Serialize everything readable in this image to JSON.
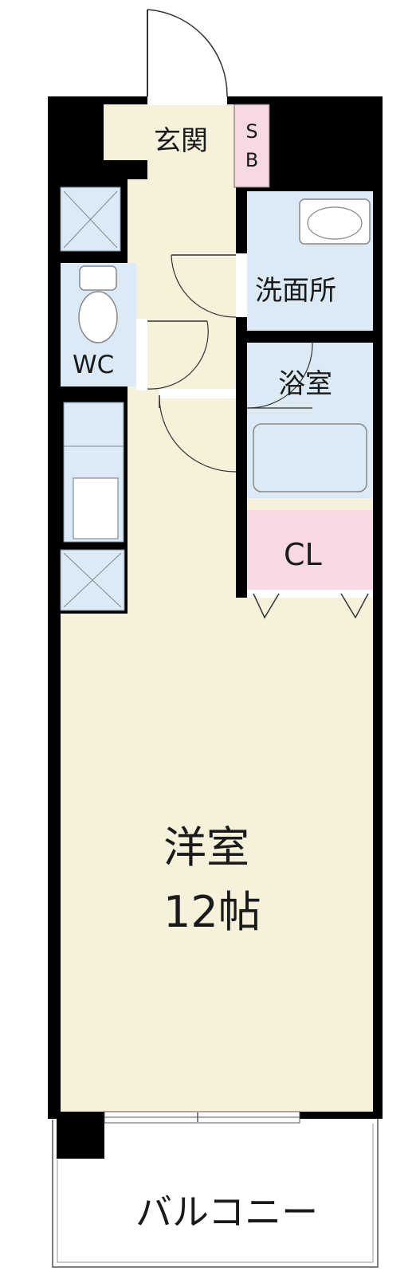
{
  "rooms": {
    "entrance": "玄関",
    "shoe_box": [
      "S",
      "B"
    ],
    "washroom": "洗面所",
    "toilet": "WC",
    "bathroom": "浴室",
    "closet": "CL",
    "western_room": "洋室",
    "western_room_size": "12帖",
    "balcony": "バルコニー"
  },
  "colors": {
    "floor": "#f6f1db",
    "wet_area": "#dbeaf5",
    "closet": "#f6d9e3",
    "shoe_box": "#f6d9e3",
    "wall": "#000000",
    "fixture": "#9aa4ad"
  }
}
